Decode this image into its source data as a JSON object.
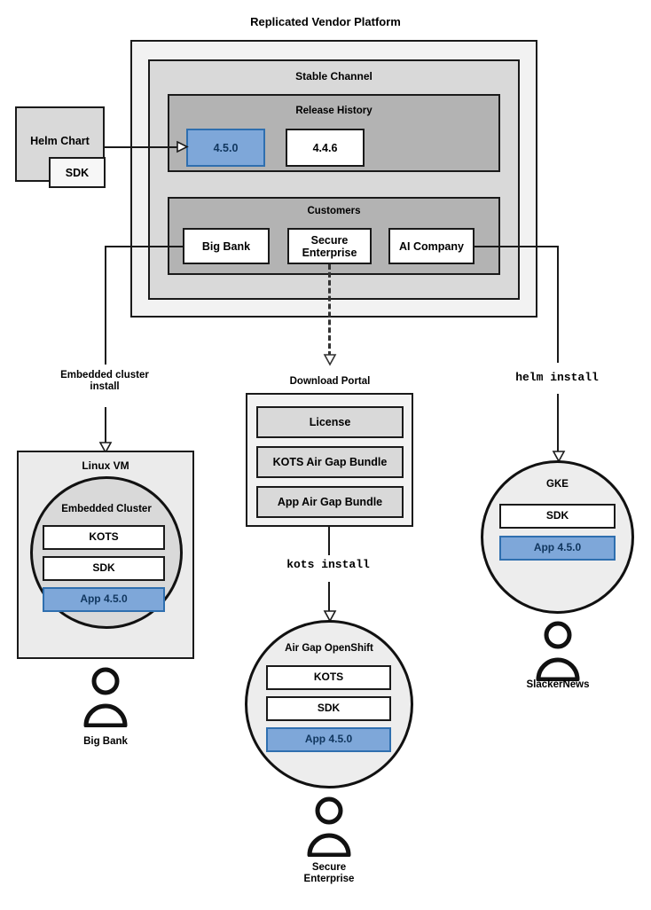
{
  "diagram": {
    "title": "Replicated Vendor Platform",
    "type": "architecture-flow"
  },
  "platform": {
    "title": "Replicated Vendor Platform",
    "channel": {
      "title": "Stable Channel",
      "release_history": {
        "title": "Release History",
        "releases": [
          {
            "version": "4.5.0",
            "state": "current",
            "color": "#7EA7D9"
          },
          {
            "version": "4.4.6",
            "state": "previous",
            "color": "#FFFFFF"
          }
        ]
      },
      "customers": {
        "title": "Customers",
        "items": [
          {
            "name": "Big Bank"
          },
          {
            "name": "Secure\nEnterprise"
          },
          {
            "name": "AI Company"
          }
        ]
      }
    }
  },
  "source": {
    "helm_chart": {
      "label": "Helm Chart",
      "sdk_label": "SDK"
    }
  },
  "flows": {
    "embedded_cluster_install": "Embedded cluster\ninstall",
    "kots_install": "kots install",
    "helm_install": "helm install"
  },
  "download_portal": {
    "title": "Download Portal",
    "artifacts": [
      {
        "label": "License"
      },
      {
        "label": "KOTS Air Gap Bundle"
      },
      {
        "label": "App Air Gap Bundle"
      }
    ]
  },
  "targets": [
    {
      "id": "linux-vm",
      "container_label": "Linux VM",
      "cluster_label": "Embedded Cluster",
      "components": [
        {
          "label": "KOTS",
          "style": "white"
        },
        {
          "label": "SDK",
          "style": "white"
        },
        {
          "label": "App 4.5.0",
          "style": "blue"
        }
      ],
      "customer": "Big Bank"
    },
    {
      "id": "air-gap-openshift",
      "container_label": "Air Gap OpenShift",
      "components": [
        {
          "label": "KOTS",
          "style": "white"
        },
        {
          "label": "SDK",
          "style": "white"
        },
        {
          "label": "App 4.5.0",
          "style": "blue"
        }
      ],
      "customer": "Secure\nEnterprise"
    },
    {
      "id": "gke",
      "container_label": "GKE",
      "components": [
        {
          "label": "SDK",
          "style": "white"
        },
        {
          "label": "App 4.5.0",
          "style": "blue"
        }
      ],
      "customer": "SlackerNews"
    }
  ],
  "colors": {
    "accent_blue_fill": "#7EA7D9",
    "accent_blue_border": "#2F6FAF",
    "accent_blue_text": "#10365E",
    "shell_outer": "#F2F2F2",
    "shell_mid": "#D9D9D9",
    "shell_inner": "#B3B3B3",
    "stroke": "#1A1A1A"
  }
}
